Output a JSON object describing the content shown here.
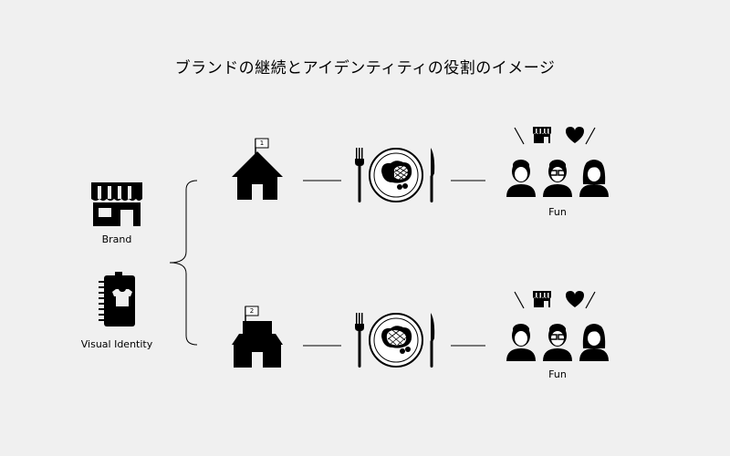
{
  "title": "ブランドの継続とアイデンティティの役割のイメージ",
  "left": {
    "brand_label": "Brand",
    "identity_label": "Visual Identity"
  },
  "rows": [
    {
      "flag_number": "1",
      "result_label": "Fun"
    },
    {
      "flag_number": "2",
      "result_label": "Fun"
    }
  ],
  "colors": {
    "background": "#f0f0f0",
    "ink": "#000000"
  }
}
